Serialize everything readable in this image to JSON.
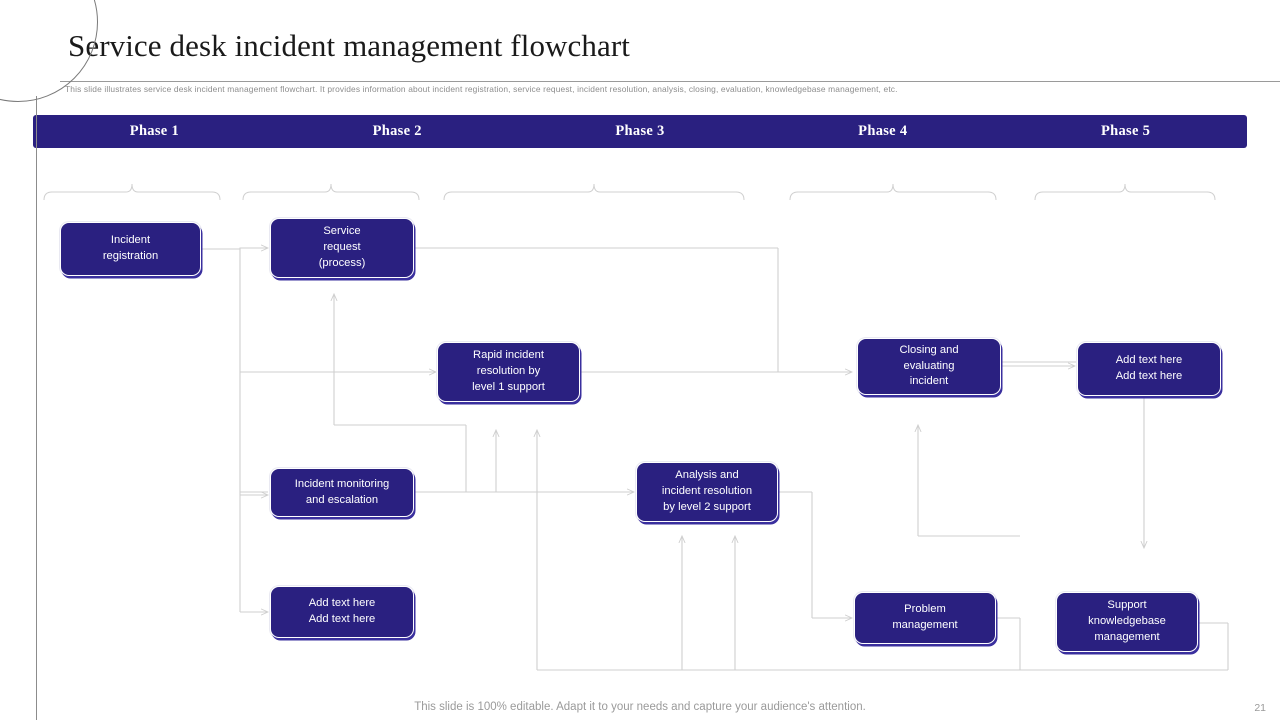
{
  "header": {
    "title": "Service desk incident management flowchart",
    "subtitle": "This slide illustrates service desk incident management  flowchart. It provides information about incident registration, service request, incident resolution, analysis, closing, evaluation, knowledgebase management, etc."
  },
  "colors": {
    "brand_navy": "#2a2080",
    "node_fill": "#2a2080",
    "node_border": "#ffffff",
    "node_shadow": "#3a2f9e",
    "connector": "#cfcfcf",
    "text_muted": "#9a9a9a",
    "title_text": "#1a1a1a",
    "page_background": "#ffffff"
  },
  "phases": [
    {
      "label": "Phase 1"
    },
    {
      "label": "Phase 2"
    },
    {
      "label": "Phase 3"
    },
    {
      "label": "Phase 4"
    },
    {
      "label": "Phase 5"
    }
  ],
  "nodes": [
    {
      "id": "incident-registration",
      "label": "Incident\nregistration",
      "phase": "Phase 1"
    },
    {
      "id": "service-request",
      "label": "Service\nrequest\n(process)",
      "phase": "Phase 2"
    },
    {
      "id": "incident-monitoring",
      "label": "Incident monitoring\nand escalation",
      "phase": "Phase 2"
    },
    {
      "id": "add-text-here-left",
      "label": "Add text here\nAdd text here",
      "phase": "Phase 2"
    },
    {
      "id": "rapid-incident-resolution",
      "label": "Rapid incident\nresolution by\nlevel 1 support",
      "phase": "Phase 3"
    },
    {
      "id": "analysis-incident-resolution",
      "label": "Analysis and\nincident resolution\nby level 2 support",
      "phase": "Phase 3"
    },
    {
      "id": "closing-evaluating-incident",
      "label": "Closing and\nevaluating\nincident",
      "phase": "Phase 4"
    },
    {
      "id": "problem-management",
      "label": "Problem\nmanagement",
      "phase": "Phase 4"
    },
    {
      "id": "add-text-here-right",
      "label": "Add text here\nAdd text here",
      "phase": "Phase 5"
    },
    {
      "id": "support-knowledgebase",
      "label": "Support\nknowledgebase\nmanagement",
      "phase": "Phase 5"
    }
  ],
  "footer": {
    "note": "This slide is 100% editable. Adapt it to your needs and capture your audience's attention.",
    "page_number": "21"
  }
}
